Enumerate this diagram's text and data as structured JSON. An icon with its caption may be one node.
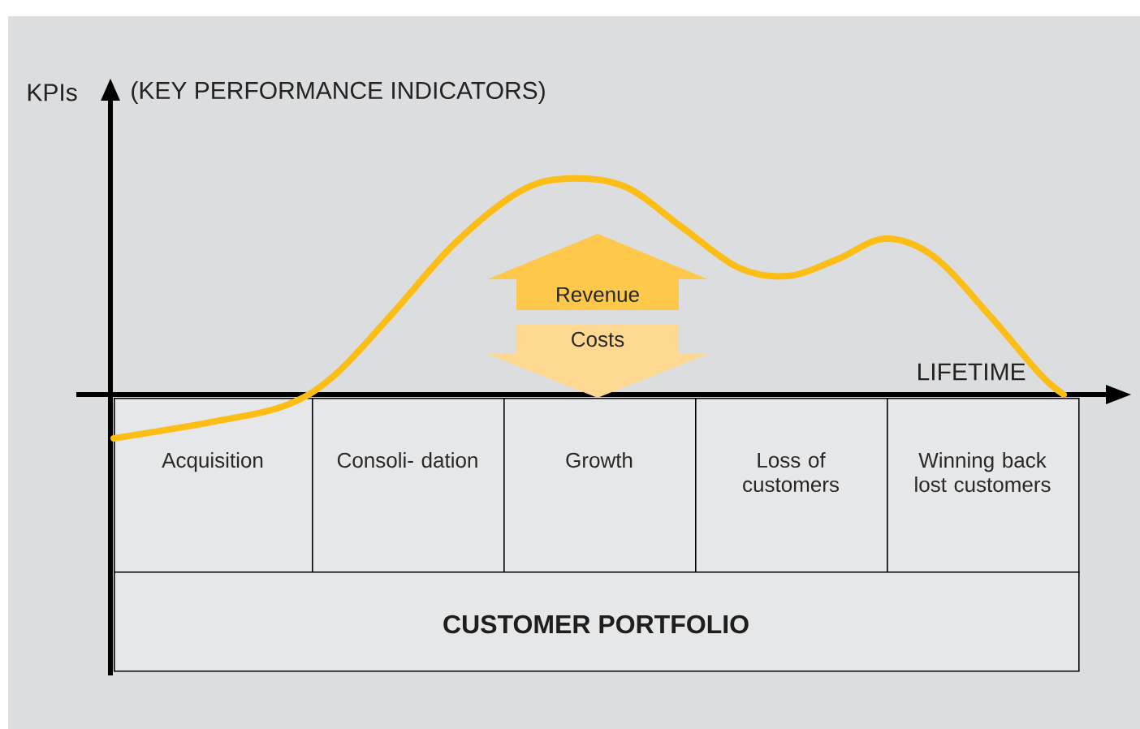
{
  "diagram": {
    "nodes": [
      {
        "text": [
          "Revenue"
        ]
      },
      {
        "text": [
          "Costs"
        ]
      },
      {
        "text": [
          "Acquisition"
        ]
      },
      {
        "text": [
          "Consoli- dation"
        ]
      },
      {
        "text": [
          "Growth"
        ]
      },
      {
        "text": [
          "Loss of customers"
        ]
      },
      {
        "text": [
          "Winning back lost customers"
        ]
      },
      {
        "text": [
          "CUSTOMER PORTFOLIO"
        ]
      }
    ],
    "labels": [
      "KPIs",
      "(KEY PERFORMANCE INDICATORS)",
      "LIFETIME"
    ]
  }
}
